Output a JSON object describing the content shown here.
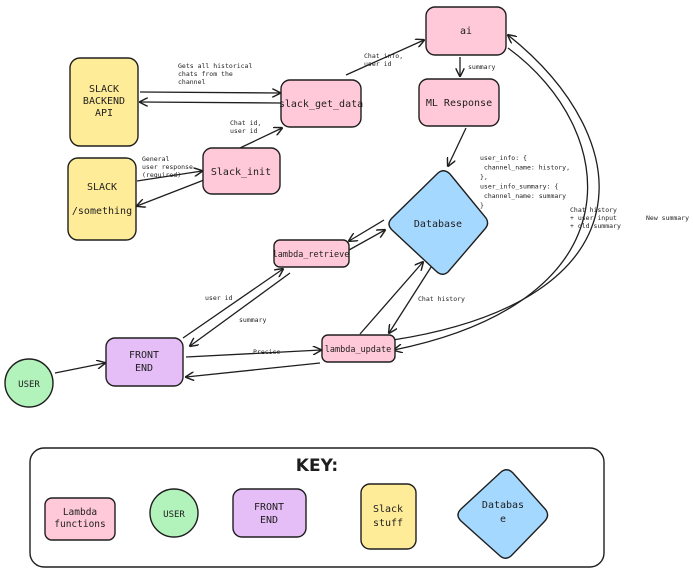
{
  "colors": {
    "lambda": "#ffc9d9",
    "user": "#b2f2bb",
    "frontend": "#e5bdf7",
    "slack": "#ffec99",
    "database": "#a5d8ff",
    "stroke": "#1e1e1e"
  },
  "nodes": {
    "slack_backend": {
      "lines": [
        "SLACK",
        "BACKEND",
        "API"
      ]
    },
    "slack_something": {
      "lines": [
        "SLACK",
        "",
        "/something"
      ]
    },
    "slack_init": {
      "lines": [
        "Slack_init"
      ]
    },
    "slack_get_data": {
      "lines": [
        "slack_get_data"
      ]
    },
    "ai": {
      "lines": [
        "ai"
      ]
    },
    "ml_response": {
      "lines": [
        "ML Response"
      ]
    },
    "database": {
      "lines": [
        "Database"
      ]
    },
    "lambda_retrieve": {
      "lines": [
        "lambda_retrieve"
      ]
    },
    "lambda_update": {
      "lines": [
        "lambda_update"
      ]
    },
    "front_end": {
      "lines": [
        "FRONT",
        "END"
      ]
    },
    "user": {
      "lines": [
        "USER"
      ]
    }
  },
  "edge_labels": {
    "historical_chats": [
      "Gets all historical",
      "chats from the",
      "channel"
    ],
    "chat_info_user_id_1": [
      "Chat info,",
      "user id"
    ],
    "chat_id_user_id": [
      "Chat id,",
      "user id"
    ],
    "general_user_response": [
      "General",
      "user response",
      "(required)"
    ],
    "summary_ai": [
      "summary"
    ],
    "db_schema": [
      "user_info: {",
      "    channel_name: history,",
      "},",
      "user_info_summary: {",
      "    channel_name: summary",
      "}"
    ],
    "chat_history_user_input": [
      "Chat history",
      "+ user input",
      "+ old summary"
    ],
    "new_summary": [
      "New summary"
    ],
    "user_id": [
      "user id"
    ],
    "summary_front": [
      "summary"
    ],
    "chat_history": [
      "Chat history"
    ],
    "precise": [
      "Precise"
    ]
  },
  "key": {
    "title": "KEY:",
    "lambda": {
      "lines": [
        "Lambda",
        "functions"
      ]
    },
    "user": {
      "lines": [
        "USER"
      ]
    },
    "frontend": {
      "lines": [
        "FRONT",
        "END"
      ]
    },
    "slack": {
      "lines": [
        "Slack",
        "stuff"
      ]
    },
    "database": {
      "lines": [
        "Databas",
        "e"
      ]
    }
  }
}
